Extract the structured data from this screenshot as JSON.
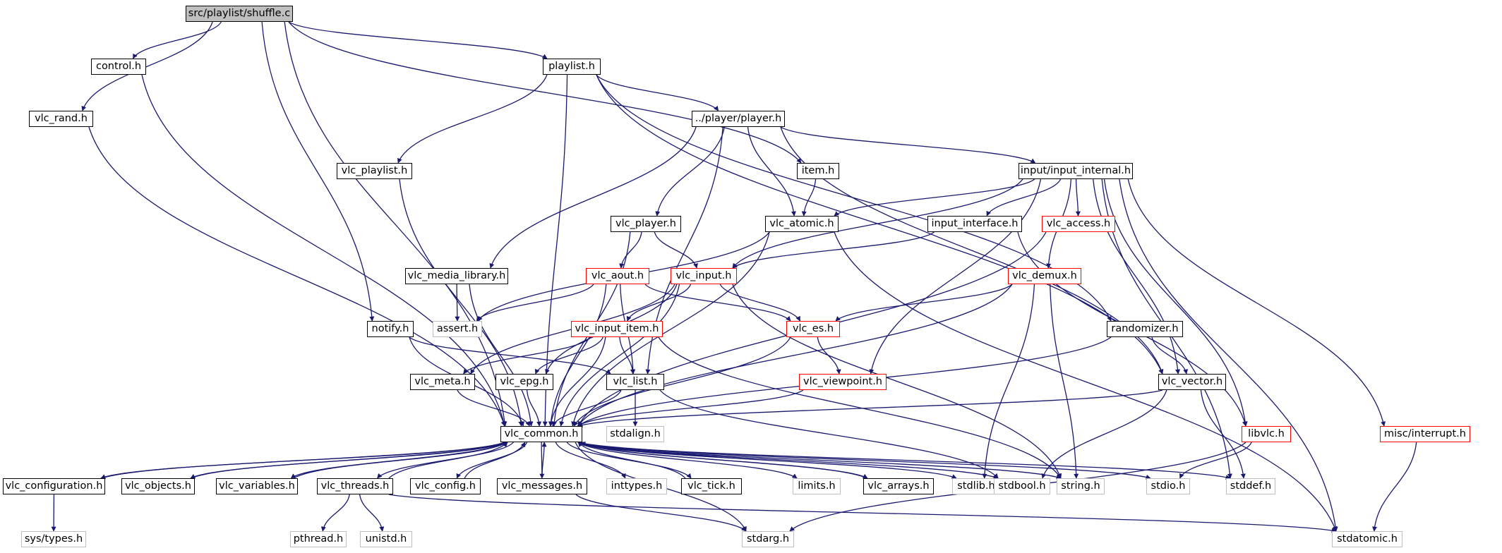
{
  "diagram": {
    "colors": {
      "edge": "#191970",
      "box": "#000000",
      "missing": "#ff0000",
      "system": "#bfbfbf",
      "root_fill": "#bfbfbf"
    },
    "nodes": {
      "shuffle_c": "src/playlist/shuffle.c",
      "control_h": "control.h",
      "playlist_h": "playlist.h",
      "vlc_rand_h": "vlc_rand.h",
      "player_player_h": "../player/player.h",
      "vlc_playlist_h": "vlc_playlist.h",
      "item_h": "item.h",
      "input_input_internal_h": "input/input_internal.h",
      "vlc_player_h": "vlc_player.h",
      "vlc_atomic_h": "vlc_atomic.h",
      "input_interface_h": "input_interface.h",
      "vlc_access_h": "vlc_access.h",
      "vlc_media_library_h": "vlc_media_library.h",
      "vlc_aout_h": "vlc_aout.h",
      "vlc_input_h": "vlc_input.h",
      "vlc_demux_h": "vlc_demux.h",
      "notify_h": "notify.h",
      "assert_h": "assert.h",
      "vlc_input_item_h": "vlc_input_item.h",
      "vlc_es_h": "vlc_es.h",
      "randomizer_h": "randomizer.h",
      "vlc_meta_h": "vlc_meta.h",
      "vlc_epg_h": "vlc_epg.h",
      "vlc_list_h": "vlc_list.h",
      "vlc_viewpoint_h": "vlc_viewpoint.h",
      "vlc_vector_h": "vlc_vector.h",
      "vlc_common_h": "vlc_common.h",
      "stdalign_h": "stdalign.h",
      "libvlc_h": "libvlc.h",
      "misc_interrupt_h": "misc/interrupt.h",
      "vlc_configuration_h": "vlc_configuration.h",
      "vlc_objects_h": "vlc_objects.h",
      "vlc_variables_h": "vlc_variables.h",
      "vlc_threads_h": "vlc_threads.h",
      "vlc_config_h": "vlc_config.h",
      "vlc_messages_h": "vlc_messages.h",
      "inttypes_h": "inttypes.h",
      "vlc_tick_h": "vlc_tick.h",
      "limits_h": "limits.h",
      "vlc_arrays_h": "vlc_arrays.h",
      "stdlib_h": "stdlib.h",
      "stdbool_h": "stdbool.h",
      "string_h": "string.h",
      "stdio_h": "stdio.h",
      "stddef_h": "stddef.h",
      "sys_types_h": "sys/types.h",
      "pthread_h": "pthread.h",
      "unistd_h": "unistd.h",
      "stdarg_h": "stdarg.h",
      "stdatomic_h": "stdatomic.h"
    },
    "edges": [
      [
        "shuffle_c",
        "vlc_rand_h"
      ],
      [
        "shuffle_c",
        "control_h"
      ],
      [
        "shuffle_c",
        "playlist_h"
      ],
      [
        "shuffle_c",
        "item_h"
      ],
      [
        "shuffle_c",
        "notify_h"
      ],
      [
        "shuffle_c",
        "vlc_common_h"
      ],
      [
        "control_h",
        "vlc_common_h"
      ],
      [
        "vlc_rand_h",
        "vlc_common_h"
      ],
      [
        "playlist_h",
        "vlc_playlist_h"
      ],
      [
        "playlist_h",
        "player_player_h"
      ],
      [
        "playlist_h",
        "randomizer_h"
      ],
      [
        "playlist_h",
        "vlc_vector_h"
      ],
      [
        "playlist_h",
        "vlc_common_h"
      ],
      [
        "vlc_playlist_h",
        "vlc_common_h"
      ],
      [
        "player_player_h",
        "input_input_internal_h"
      ],
      [
        "player_player_h",
        "vlc_player_h"
      ],
      [
        "player_player_h",
        "vlc_media_library_h"
      ],
      [
        "player_player_h",
        "vlc_atomic_h"
      ],
      [
        "player_player_h",
        "vlc_list_h"
      ],
      [
        "player_player_h",
        "vlc_vector_h"
      ],
      [
        "item_h",
        "vlc_atomic_h"
      ],
      [
        "input_input_internal_h",
        "vlc_atomic_h"
      ],
      [
        "input_input_internal_h",
        "input_interface_h"
      ],
      [
        "input_input_internal_h",
        "vlc_access_h"
      ],
      [
        "input_input_internal_h",
        "vlc_demux_h"
      ],
      [
        "input_input_internal_h",
        "vlc_input_h"
      ],
      [
        "input_input_internal_h",
        "vlc_viewpoint_h"
      ],
      [
        "input_input_internal_h",
        "libvlc_h"
      ],
      [
        "input_input_internal_h",
        "misc_interrupt_h"
      ],
      [
        "input_input_internal_h",
        "stddef_h"
      ],
      [
        "input_input_internal_h",
        "stdatomic_h"
      ],
      [
        "input_input_internal_h",
        "vlc_vector_h"
      ],
      [
        "vlc_player_h",
        "vlc_aout_h"
      ],
      [
        "vlc_player_h",
        "vlc_input_h"
      ],
      [
        "vlc_player_h",
        "vlc_common_h"
      ],
      [
        "vlc_atomic_h",
        "assert_h"
      ],
      [
        "vlc_atomic_h",
        "stdatomic_h"
      ],
      [
        "vlc_atomic_h",
        "vlc_common_h"
      ],
      [
        "input_interface_h",
        "vlc_input_h"
      ],
      [
        "input_interface_h",
        "libvlc_h"
      ],
      [
        "vlc_access_h",
        "vlc_common_h"
      ],
      [
        "vlc_media_library_h",
        "assert_h"
      ],
      [
        "vlc_media_library_h",
        "vlc_common_h"
      ],
      [
        "vlc_aout_h",
        "assert_h"
      ],
      [
        "vlc_aout_h",
        "vlc_es_h"
      ],
      [
        "vlc_aout_h",
        "vlc_list_h"
      ],
      [
        "vlc_aout_h",
        "vlc_common_h"
      ],
      [
        "vlc_input_h",
        "vlc_es_h"
      ],
      [
        "vlc_input_h",
        "vlc_input_item_h"
      ],
      [
        "vlc_input_h",
        "vlc_meta_h"
      ],
      [
        "vlc_input_h",
        "vlc_epg_h"
      ],
      [
        "vlc_input_h",
        "string_h"
      ],
      [
        "vlc_input_h",
        "vlc_common_h"
      ],
      [
        "vlc_demux_h",
        "vlc_es_h"
      ],
      [
        "vlc_demux_h",
        "stdlib_h"
      ],
      [
        "vlc_demux_h",
        "string_h"
      ],
      [
        "vlc_demux_h",
        "vlc_common_h"
      ],
      [
        "notify_h",
        "vlc_list_h"
      ],
      [
        "notify_h",
        "vlc_common_h"
      ],
      [
        "vlc_input_item_h",
        "vlc_meta_h"
      ],
      [
        "vlc_input_item_h",
        "vlc_epg_h"
      ],
      [
        "vlc_input_item_h",
        "vlc_list_h"
      ],
      [
        "vlc_input_item_h",
        "string_h"
      ],
      [
        "vlc_input_item_h",
        "vlc_common_h"
      ],
      [
        "vlc_es_h",
        "vlc_viewpoint_h"
      ],
      [
        "vlc_es_h",
        "vlc_common_h"
      ],
      [
        "randomizer_h",
        "vlc_vector_h"
      ],
      [
        "randomizer_h",
        "vlc_common_h"
      ],
      [
        "vlc_meta_h",
        "vlc_common_h"
      ],
      [
        "vlc_epg_h",
        "vlc_common_h"
      ],
      [
        "vlc_list_h",
        "stdalign_h"
      ],
      [
        "vlc_list_h",
        "stdbool_h"
      ],
      [
        "vlc_list_h",
        "vlc_common_h"
      ],
      [
        "vlc_viewpoint_h",
        "vlc_common_h"
      ],
      [
        "vlc_vector_h",
        "stdbool_h"
      ],
      [
        "vlc_vector_h",
        "stddef_h"
      ],
      [
        "vlc_vector_h",
        "vlc_common_h"
      ],
      [
        "libvlc_h",
        "stdio_h"
      ],
      [
        "libvlc_h",
        "stdarg_h"
      ],
      [
        "misc_interrupt_h",
        "stdatomic_h"
      ],
      [
        "vlc_common_h",
        "vlc_configuration_h"
      ],
      [
        "vlc_common_h",
        "vlc_objects_h"
      ],
      [
        "vlc_common_h",
        "vlc_variables_h"
      ],
      [
        "vlc_common_h",
        "vlc_threads_h"
      ],
      [
        "vlc_common_h",
        "vlc_config_h"
      ],
      [
        "vlc_common_h",
        "vlc_messages_h"
      ],
      [
        "vlc_common_h",
        "inttypes_h"
      ],
      [
        "vlc_common_h",
        "vlc_tick_h"
      ],
      [
        "vlc_common_h",
        "limits_h"
      ],
      [
        "vlc_common_h",
        "vlc_arrays_h"
      ],
      [
        "vlc_common_h",
        "stdlib_h"
      ],
      [
        "vlc_common_h",
        "stdbool_h"
      ],
      [
        "vlc_common_h",
        "string_h"
      ],
      [
        "vlc_common_h",
        "stdio_h"
      ],
      [
        "vlc_common_h",
        "stddef_h"
      ],
      [
        "vlc_common_h",
        "stdarg_h"
      ],
      [
        "vlc_configuration_h",
        "vlc_common_h"
      ],
      [
        "vlc_configuration_h",
        "sys_types_h"
      ],
      [
        "vlc_objects_h",
        "vlc_common_h"
      ],
      [
        "vlc_variables_h",
        "vlc_common_h"
      ],
      [
        "vlc_threads_h",
        "vlc_common_h"
      ],
      [
        "vlc_threads_h",
        "pthread_h"
      ],
      [
        "vlc_threads_h",
        "unistd_h"
      ],
      [
        "vlc_threads_h",
        "stdatomic_h"
      ],
      [
        "vlc_config_h",
        "vlc_common_h"
      ],
      [
        "vlc_messages_h",
        "vlc_common_h"
      ],
      [
        "vlc_messages_h",
        "stdarg_h"
      ],
      [
        "vlc_tick_h",
        "vlc_common_h"
      ],
      [
        "vlc_arrays_h",
        "vlc_common_h"
      ]
    ]
  }
}
